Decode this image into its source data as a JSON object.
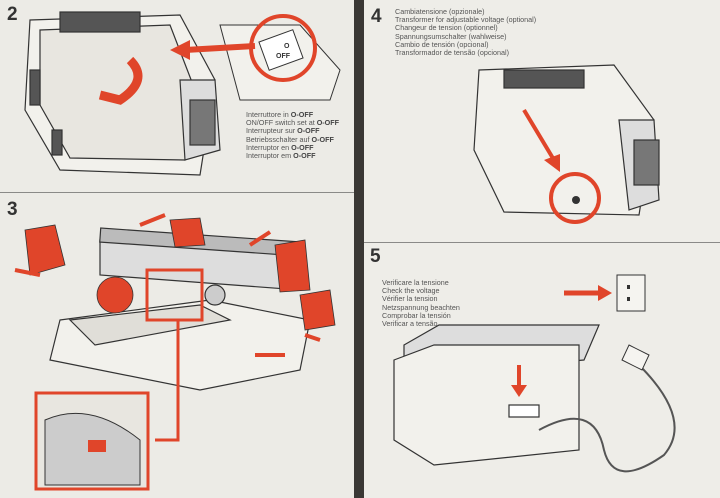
{
  "steps": {
    "s2": {
      "number": "2",
      "lines": [
        {
          "text": "Interruttore in ",
          "bold": "O-OFF"
        },
        {
          "text": "ON/OFF switch set at ",
          "bold": "O-OFF"
        },
        {
          "text": "Interrupteur sur ",
          "bold": "O-OFF"
        },
        {
          "text": "Betriebsschalter auf ",
          "bold": "O-OFF"
        },
        {
          "text": "Interruptor en ",
          "bold": "O-OFF"
        },
        {
          "text": "Interruptor em ",
          "bold": "O-OFF"
        }
      ],
      "switch_label_top": "O",
      "switch_label_bottom": "OFF"
    },
    "s3": {
      "number": "3"
    },
    "s4": {
      "number": "4",
      "lines": [
        "Cambiatensione (opzionale)",
        "Transformer for adjustable voltage (optional)",
        "Changeur de tension (optionnel)",
        "Spannungsumschalter (wahlweise)",
        "Cambio de tensión (opcional)",
        "Transformador de tensão (opcional)"
      ]
    },
    "s5": {
      "number": "5",
      "lines": [
        "Verificare la tensione",
        "Check the voltage",
        "Vérifier la tension",
        "Netzspannung beachten",
        "Comprobar la tensión",
        "Verificar a tensão"
      ]
    }
  },
  "colors": {
    "accent": "#e0452a",
    "paper": "#ecebe6",
    "ink": "#333333"
  }
}
